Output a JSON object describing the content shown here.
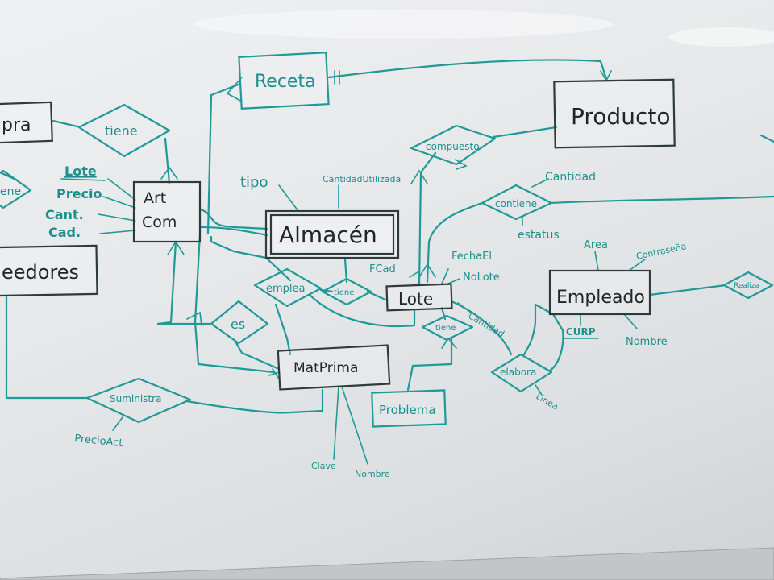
{
  "entities": {
    "compra": "pra",
    "receta": "Receta",
    "producto": "Producto",
    "almacen": "Almacén",
    "art_com_line1": "Art",
    "art_com_line2": "Com",
    "proveedores": "eedores",
    "lote": "Lote",
    "empleado": "Empleado",
    "mat_prima": "MatPrima",
    "problema": "Problema"
  },
  "relationships": {
    "tiene_top": "tiene",
    "compuesto": "compuesto",
    "contiene": "contiene",
    "emplea": "emplea",
    "tiene_lote": "tiene",
    "es": "es",
    "tiene_problema": "tiene",
    "elabora": "elabora",
    "suministra": "Suministra",
    "realiza": "Realiza",
    "left_cut": "ene"
  },
  "attributes": {
    "lote": "Lote",
    "precio": "Precio",
    "cant": "Cant.",
    "cad": "Cad.",
    "tipo": "tipo",
    "cantidad_utilizada": "CantidadUtilizada",
    "cantidad": "Cantidad",
    "estatus": "estatus",
    "fcad": "FCad",
    "fecha_el": "FechaEl",
    "no_lote": "NoLote",
    "cantidad_lote": "Cantidad",
    "area": "Area",
    "contrasena": "Contraseña",
    "curp": "CURP",
    "nombre_empleado": "Nombre",
    "linea": "Linea",
    "precio_act": "PrecioAct",
    "clave": "Clave",
    "nombre_mp": "Nombre"
  },
  "colors": {
    "marker": "#1f9a97",
    "entity_border": "#2f3a3d",
    "board": "#e6e8ea"
  }
}
